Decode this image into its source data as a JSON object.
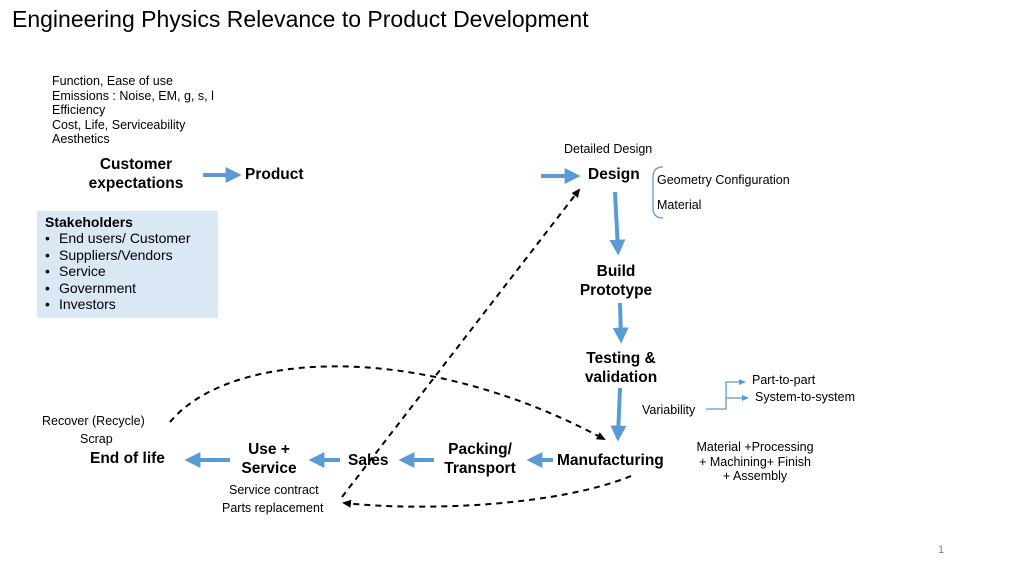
{
  "title": "Engineering Physics Relevance to Product Development",
  "requirements": [
    "Function, Ease of use",
    "Emissions : Noise, EM, g, s, l",
    "Efficiency",
    "Cost, Life, Serviceability",
    "Aesthetics"
  ],
  "nodes": {
    "customer_expectations": [
      "Customer",
      "expectations"
    ],
    "product": "Product",
    "design": "Design",
    "build_prototype": [
      "Build",
      "Prototype"
    ],
    "testing_validation": [
      "Testing &",
      "validation"
    ],
    "manufacturing": "Manufacturing",
    "packing_transport": [
      "Packing/",
      "Transport"
    ],
    "sales": "Sales",
    "use_service": [
      "Use +",
      "Service"
    ],
    "end_of_life": "End of life"
  },
  "stakeholders": {
    "title": "Stakeholders",
    "items": [
      "End users/ Customer",
      "Suppliers/Vendors",
      "Service",
      "Government",
      "Investors"
    ]
  },
  "annotations": {
    "detailed_design": "Detailed Design",
    "geometry_configuration": "Geometry Configuration",
    "material": "Material",
    "variability": "Variability",
    "part_to_part": "Part-to-part",
    "system_to_system": "System-to-system",
    "manufacturing_details": [
      "Material +Processing",
      "+ Machining+ Finish",
      "+ Assembly"
    ],
    "recover": "Recover (Recycle)",
    "scrap": "Scrap",
    "service_contract": "Service contract",
    "parts_replacement": "Parts replacement"
  },
  "page_number": "1",
  "colors": {
    "arrow": "#5b9bd5",
    "stakeholder_box": "#dae7f5",
    "dashed": "#000000"
  }
}
